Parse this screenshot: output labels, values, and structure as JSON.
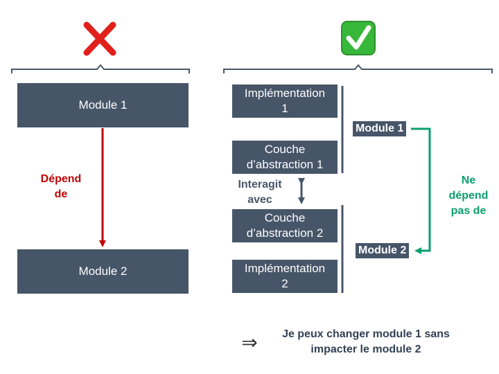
{
  "colors": {
    "box": "#475569",
    "bad": "#c00000",
    "good": "#0a9e6b",
    "dark_arrow": "#475569",
    "bracket": "#475569"
  },
  "icons": {
    "left_status": "cross-mark-icon",
    "right_status": "check-mark-button-icon"
  },
  "left": {
    "module1": "Module 1",
    "module2": "Module 2",
    "dependency_label": "Dépend\nde"
  },
  "right": {
    "impl1": "Implémentation\n1",
    "abstraction1": "Couche\nd’abstraction 1",
    "abstraction2": "Couche\nd’abstraction 2",
    "impl2": "Implémentation\n2",
    "module1_tag": "Module 1",
    "module2_tag": "Module 2",
    "interacts_label": "Interagit\navec",
    "no_dependency_label": "Ne\ndépend\npas de"
  },
  "conclusion": {
    "arrow_symbol": "⇒",
    "text": "Je peux changer module 1 sans\nimpacter le module 2"
  }
}
